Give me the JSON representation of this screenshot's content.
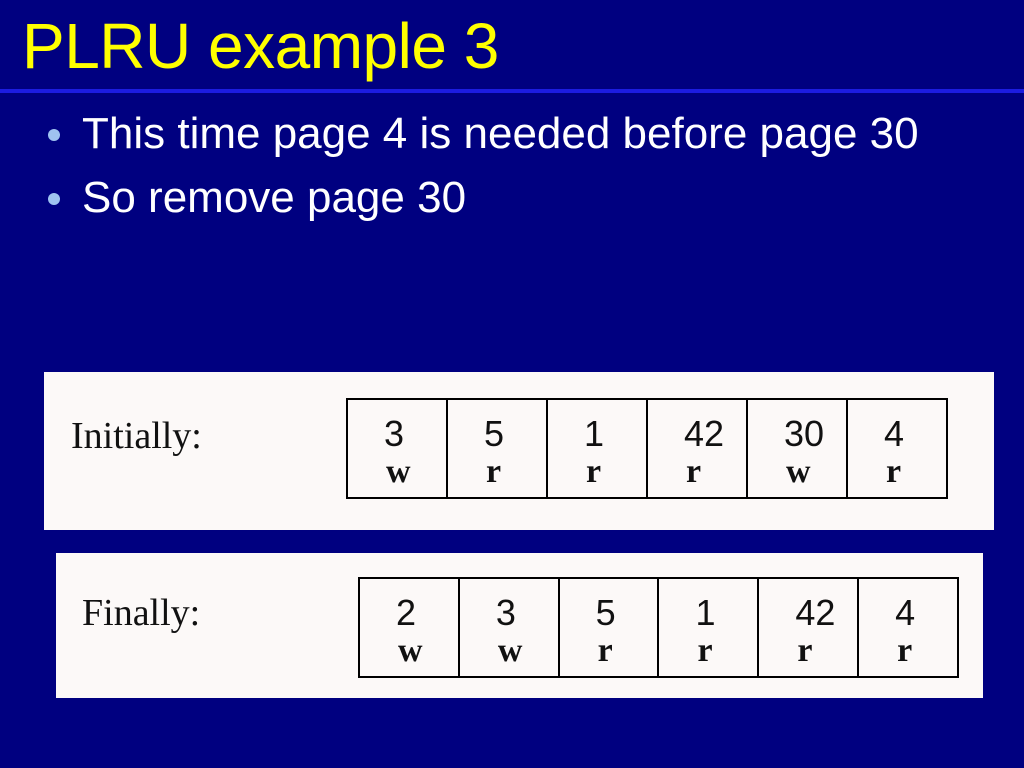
{
  "slide": {
    "title": "PLRU example 3",
    "bullets": [
      "This time page 4 is needed before page 30",
      "So remove page 30"
    ]
  },
  "initial": {
    "label": "Initially:",
    "cells": [
      {
        "page": "3",
        "flag": "w"
      },
      {
        "page": "5",
        "flag": "r"
      },
      {
        "page": "1",
        "flag": "r"
      },
      {
        "page": "42",
        "flag": "r"
      },
      {
        "page": "30",
        "flag": "w"
      },
      {
        "page": "4",
        "flag": "r"
      }
    ]
  },
  "final": {
    "label": "Finally:",
    "cells": [
      {
        "page": "2",
        "flag": "w"
      },
      {
        "page": "3",
        "flag": "w"
      },
      {
        "page": "5",
        "flag": "r"
      },
      {
        "page": "1",
        "flag": "r"
      },
      {
        "page": "42",
        "flag": "r"
      },
      {
        "page": "4",
        "flag": "r"
      }
    ]
  },
  "colors": {
    "background": "#000080",
    "title": "#FFFF00",
    "text": "#FFFFFF",
    "bullet_dot": "#9FC3F0",
    "panel": "#FCF9F8"
  }
}
